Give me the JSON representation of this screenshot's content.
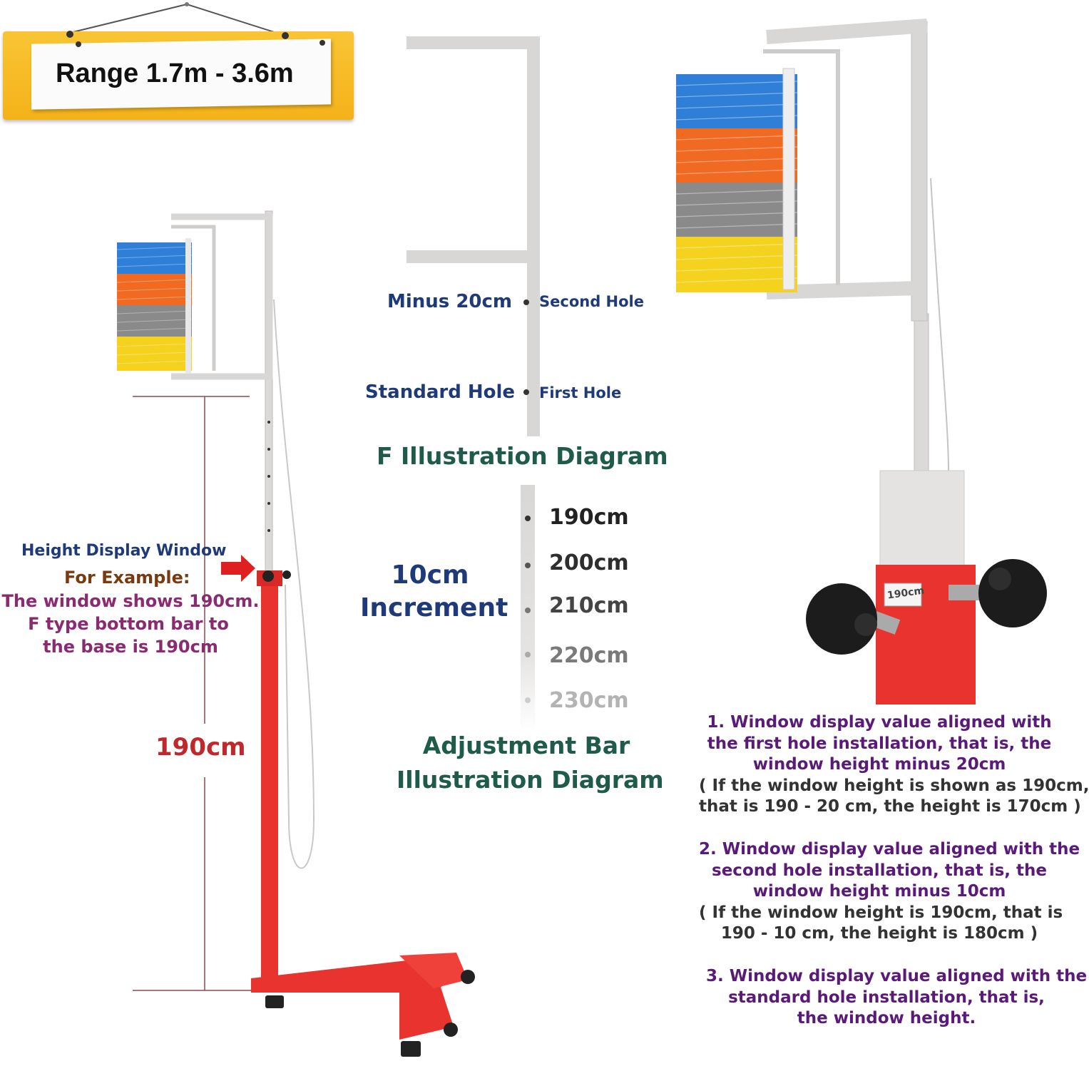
{
  "sign": {
    "text": "Range 1.7m - 3.6m"
  },
  "f_diagram": {
    "left_labels": [
      "Minus 20cm",
      "Standard Hole"
    ],
    "hole_labels": [
      "Second Hole",
      "First Hole"
    ],
    "title": "F Illustration Diagram"
  },
  "adjustment_bar": {
    "increment_label": [
      "10cm",
      "Increment"
    ],
    "marks": [
      "190cm",
      "200cm",
      "210cm",
      "220cm",
      "230cm"
    ],
    "title": [
      "Adjustment Bar",
      "Illustration Diagram"
    ]
  },
  "left_callout": {
    "window_label": "Height Display Window",
    "example_heading": "For Example:",
    "example_lines": [
      "The window shows 190cm.",
      "F type bottom bar to",
      "the base is 190cm"
    ],
    "dimension": "190cm"
  },
  "device_window_value": "190cm",
  "notes": [
    {
      "lines": [
        "1. Window display value aligned with",
        "the first hole installation, that is, the",
        "window height minus 20cm"
      ],
      "example": [
        "( If the window height is shown as 190cm,",
        "that is 190 - 20 cm, the height is 170cm )"
      ]
    },
    {
      "lines": [
        "2. Window display value aligned with the",
        "second hole installation, that is, the",
        "window height minus 10cm"
      ],
      "example": [
        "( If the window height is 190cm, that is",
        "190 - 10 cm, the height is 180cm )"
      ]
    },
    {
      "lines": [
        "3. Window display value aligned with the",
        "standard hole installation, that is,",
        "the window height."
      ],
      "example": []
    }
  ],
  "colors": {
    "stand_red": "#e8332e",
    "rail_silver": "#d9d7d6",
    "blue_vanes": "#2f7fd8",
    "orange_vanes": "#f06a22",
    "gray_vanes": "#8a8a8a",
    "yellow_vanes": "#f4d21e"
  }
}
